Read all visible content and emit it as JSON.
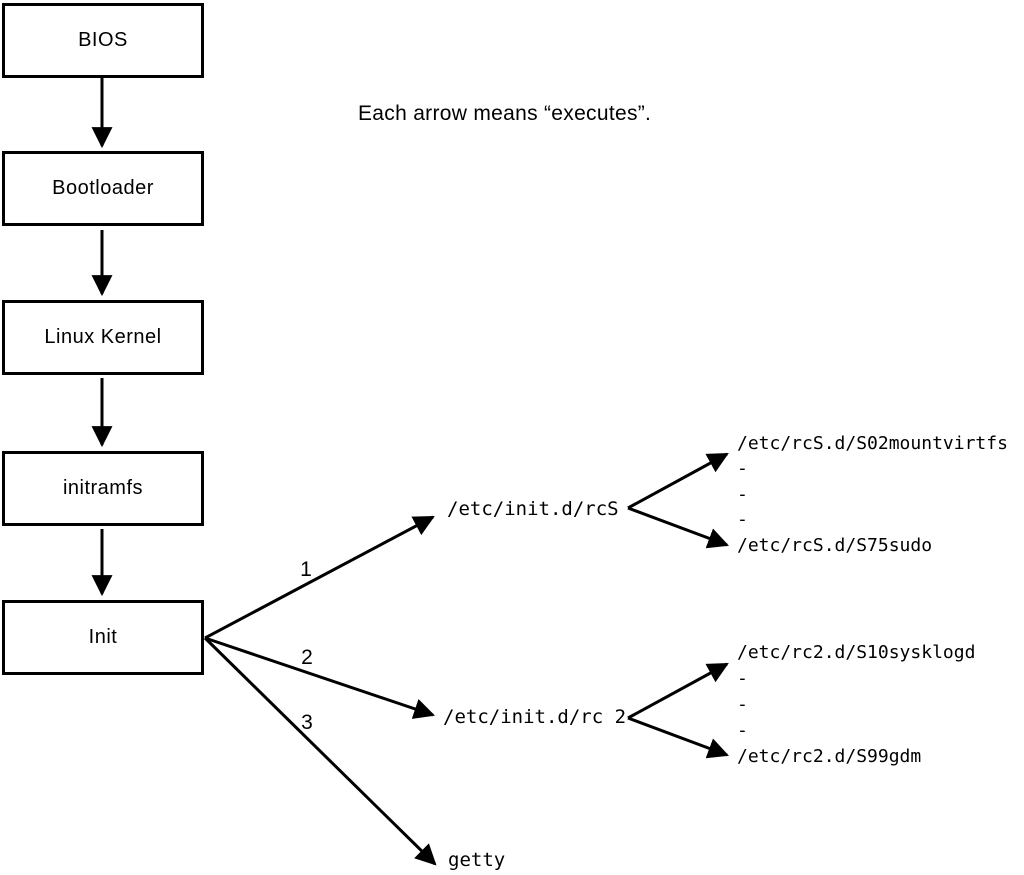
{
  "note": "Each arrow means “executes”.",
  "boxes": [
    {
      "label": "BIOS"
    },
    {
      "label": "Bootloader"
    },
    {
      "label": "Linux Kernel"
    },
    {
      "label": "initramfs"
    },
    {
      "label": "Init"
    }
  ],
  "arrow_labels": [
    "1",
    "2",
    "3"
  ],
  "targets": {
    "rcs": {
      "label": "/etc/init.d/rcS",
      "children": [
        "/etc/rcS.d/S02mountvirtfs",
        "-",
        "-",
        "-",
        "/etc/rcS.d/S75sudo"
      ]
    },
    "rc2": {
      "label": "/etc/init.d/rc 2",
      "children": [
        "/etc/rc2.d/S10sysklogd",
        "-",
        "-",
        "-",
        "/etc/rc2.d/S99gdm"
      ]
    },
    "getty": {
      "label": "getty"
    }
  },
  "colors": {
    "line": "#000000",
    "box_border": "#000000",
    "background": "#ffffff"
  }
}
